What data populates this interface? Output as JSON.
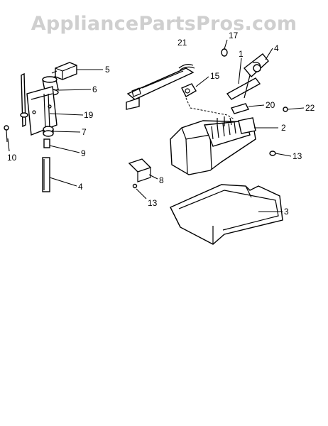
{
  "watermark": "AppliancePartsPros.com",
  "callouts": [
    {
      "id": "c5",
      "text": "5"
    },
    {
      "id": "c6",
      "text": "6"
    },
    {
      "id": "c19",
      "text": "19"
    },
    {
      "id": "c7",
      "text": "7"
    },
    {
      "id": "c9",
      "text": "9"
    },
    {
      "id": "c10",
      "text": "10"
    },
    {
      "id": "c4a",
      "text": "4"
    },
    {
      "id": "c21",
      "text": "21"
    },
    {
      "id": "c17",
      "text": "17"
    },
    {
      "id": "c1",
      "text": "1"
    },
    {
      "id": "c4b",
      "text": "4"
    },
    {
      "id": "c15",
      "text": "15"
    },
    {
      "id": "c20",
      "text": "20"
    },
    {
      "id": "c22",
      "text": "22"
    },
    {
      "id": "c2",
      "text": "2"
    },
    {
      "id": "c13a",
      "text": "13"
    },
    {
      "id": "c8",
      "text": "8"
    },
    {
      "id": "c13b",
      "text": "13"
    },
    {
      "id": "c3",
      "text": "3"
    }
  ]
}
